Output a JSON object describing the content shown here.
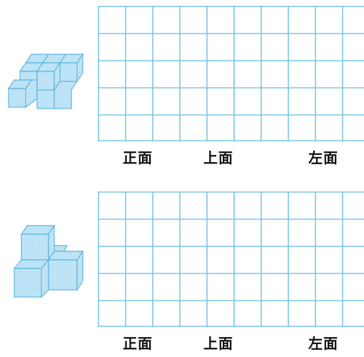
{
  "problems": [
    {
      "figure": "stacked-cubes-figure-1",
      "labels": {
        "front": "正面",
        "top": "上面",
        "left": "左面"
      }
    },
    {
      "figure": "stacked-cubes-figure-2",
      "labels": {
        "front": "正面",
        "top": "上面",
        "left": "左面"
      }
    }
  ],
  "colors": {
    "grid_line": "#7cc6e6",
    "cube_face": "#bfe3f5",
    "cube_top": "#d7eefa",
    "cube_side": "#a9d8f0",
    "cube_edge": "#5fb6df"
  }
}
